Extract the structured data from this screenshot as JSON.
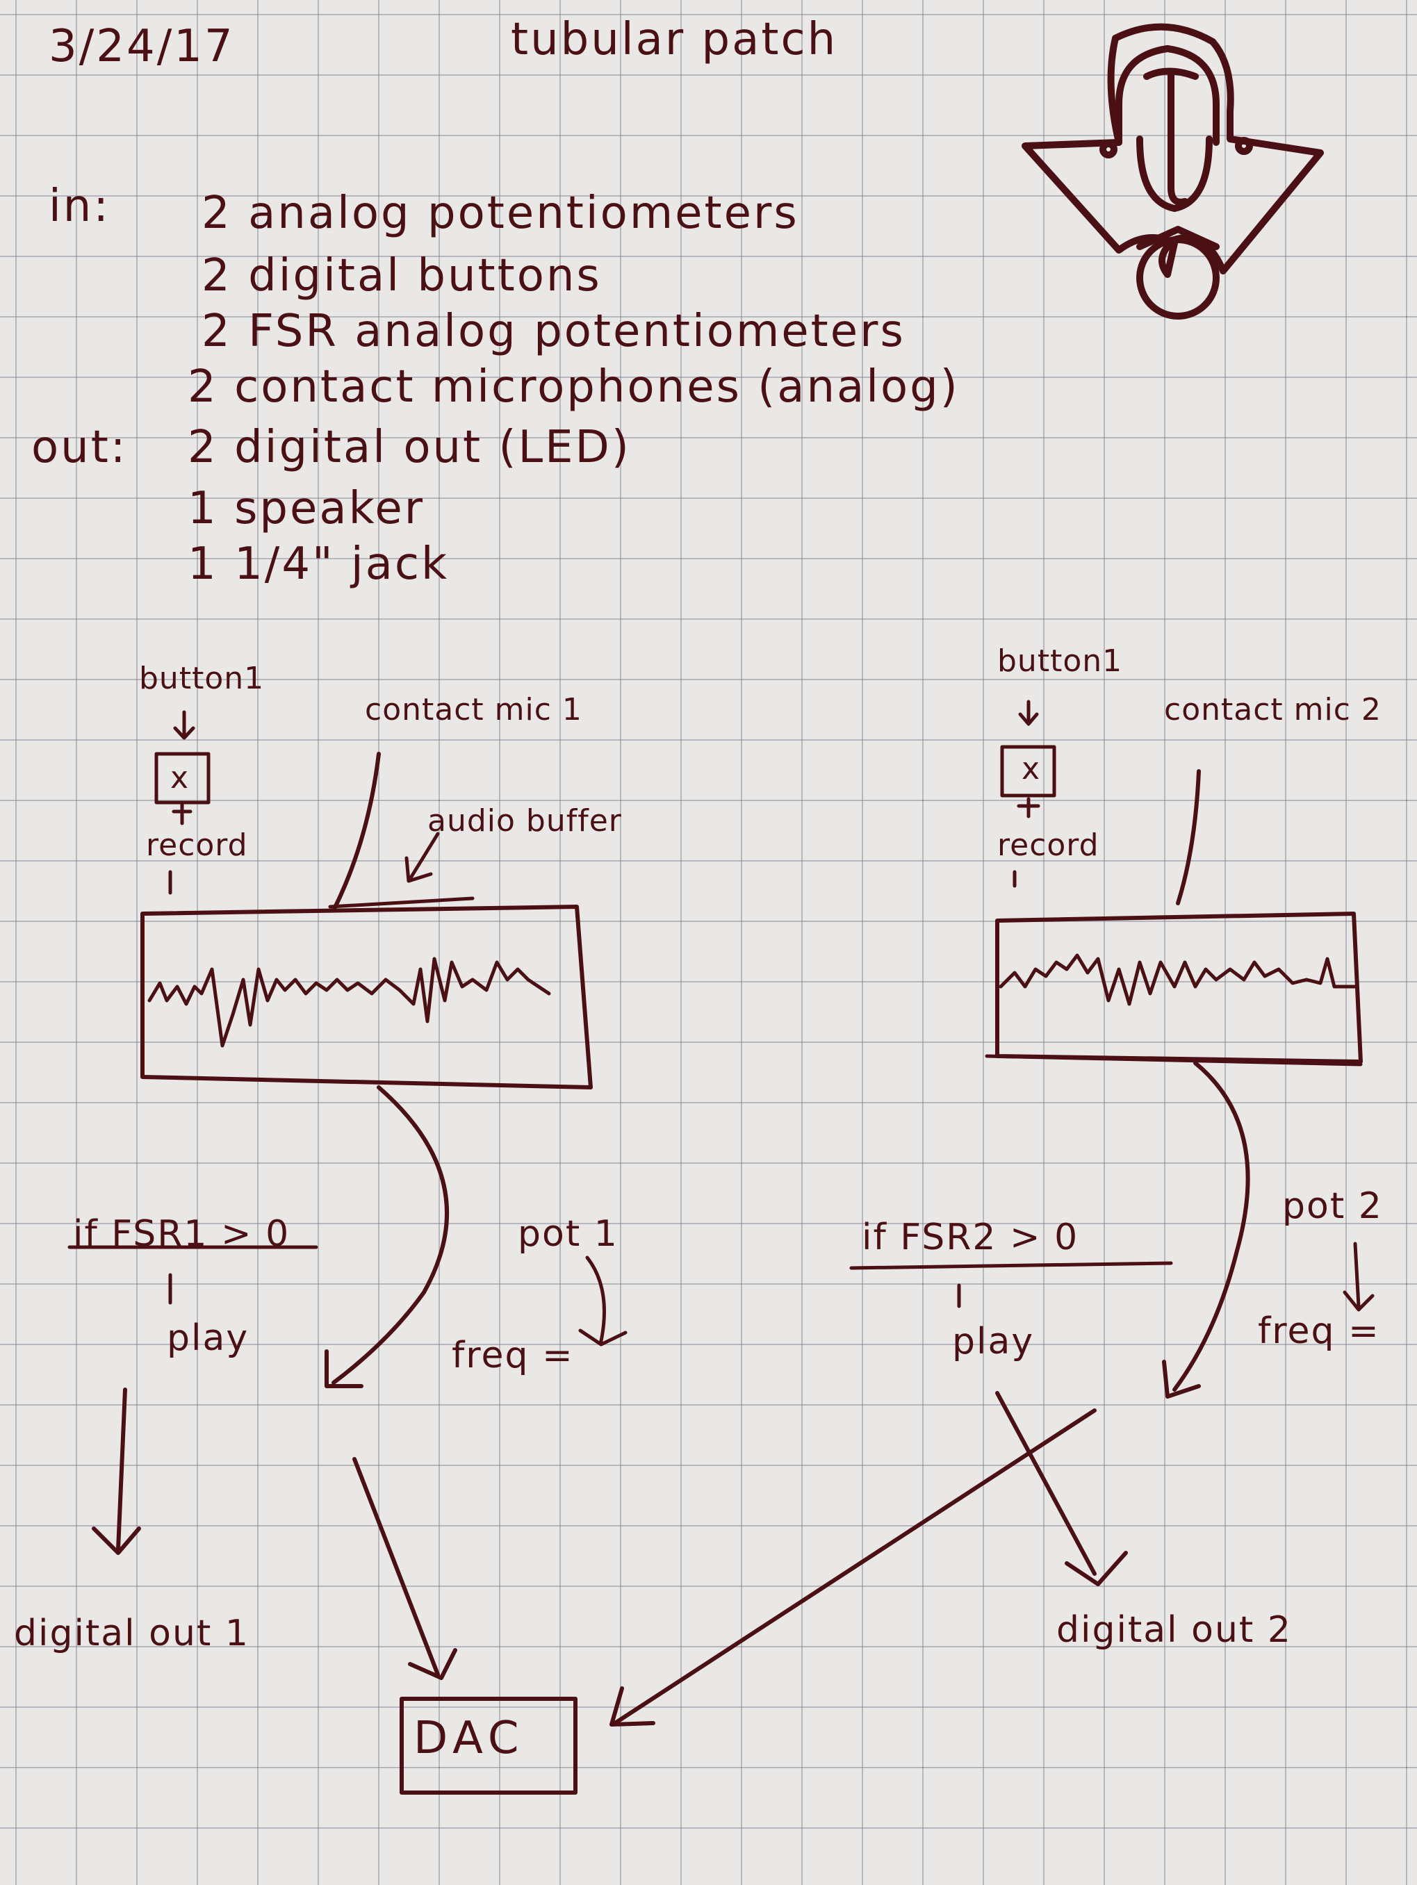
{
  "header": {
    "date": "3/24/17",
    "title": "tubular patch"
  },
  "io_list": {
    "in_label": "in:",
    "inputs": [
      "2 analog potentiometers",
      "2 digital buttons",
      "2 FSR analog potentiometers",
      "2 contact microphones (analog)"
    ],
    "out_label": "out:",
    "outputs": [
      "2 digital out (LED)",
      "1 speaker",
      "1 1/4\" jack"
    ]
  },
  "left_chain": {
    "button_label": "button1",
    "button_mark": "x",
    "record_label": "record",
    "mic_label": "contact mic 1",
    "buffer_label": "audio buffer",
    "condition_label": "if FSR1 > 0",
    "play_label": "play",
    "pot_label": "pot 1",
    "freq_label": "freq =",
    "digital_out_label": "digital out 1"
  },
  "right_chain": {
    "button_label": "button1",
    "button_mark": "x",
    "record_label": "record",
    "mic_label": "contact mic 2",
    "condition_label": "if FSR2 > 0",
    "play_label": "play",
    "pot_label": "pot 2",
    "freq_label": "freq =",
    "digital_out_label": "digital out 2"
  },
  "dac_label": "DAC",
  "colors": {
    "ink": "#4a1014",
    "paper": "#e9e8e6",
    "grid": "#787d8c"
  },
  "icons": {
    "logo": "tubular-mask-logo-icon"
  }
}
